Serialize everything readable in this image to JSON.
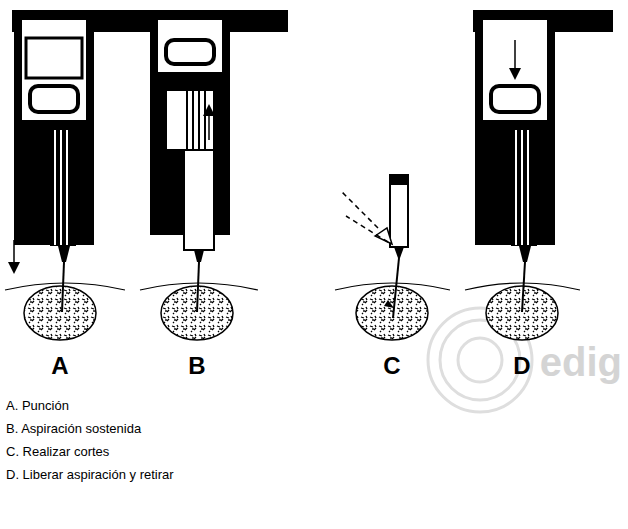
{
  "diagram": {
    "labels": [
      "A",
      "B",
      "C",
      "D",
      "A. Punción",
      "B. Aspiración sostenida",
      "C. Realizar cortes",
      "D. Liberar aspiración y retirar",
      "edig"
    ]
  }
}
